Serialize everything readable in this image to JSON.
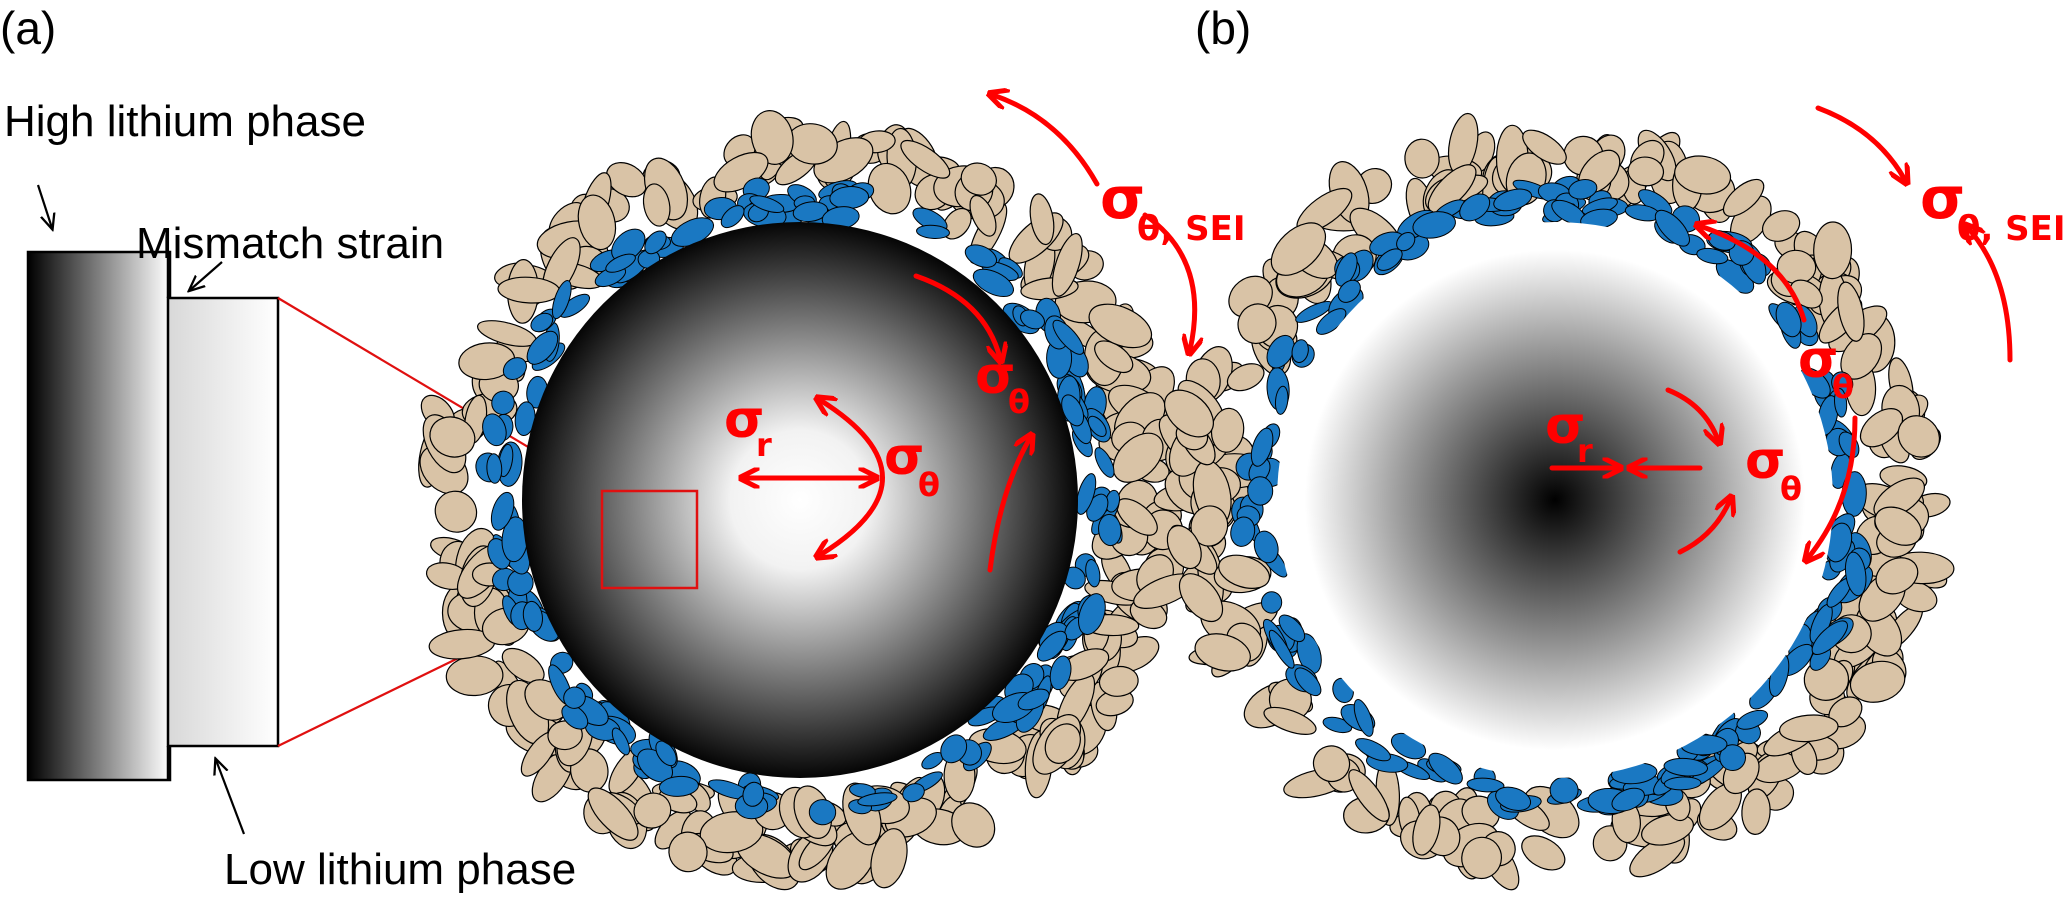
{
  "panels": {
    "a": "(a)",
    "b": "(b)"
  },
  "labels": {
    "high_lithium": "High lithium phase",
    "mismatch": "Mismatch strain",
    "low_lithium": "Low lithium phase"
  },
  "symbols": {
    "sigma": "σ",
    "r_sub": "r",
    "theta_sub": "θ",
    "theta_sei_sub": "θ, SEI"
  },
  "colors": {
    "stress": "#ff0000",
    "sei_outer": "#d9c3a6",
    "sei_inner": "#1a78c2",
    "edge": "#000000"
  }
}
